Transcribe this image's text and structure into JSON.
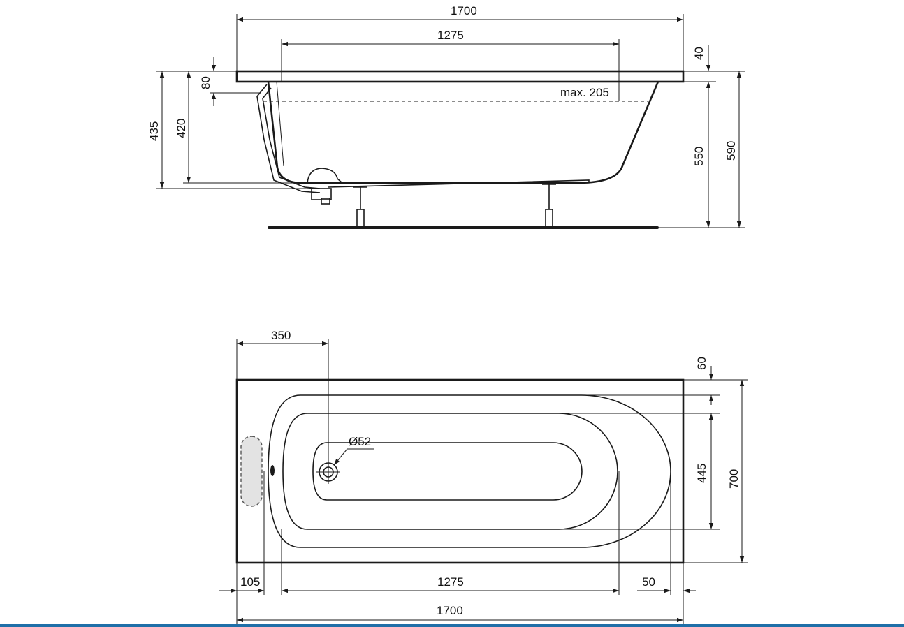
{
  "side_view": {
    "overall_length": "1700",
    "inner_length": "1275",
    "rim_thickness": "40",
    "overflow_height": "80",
    "total_height_left": "435",
    "drain_height": "420",
    "inner_depth": "550",
    "total_height_right": "590",
    "max_fill_label": "max. 205"
  },
  "top_view": {
    "drain_offset": "350",
    "rim_width": "60",
    "drain_diameter": "Ø52",
    "inner_width": "445",
    "overall_width": "700",
    "left_offset": "105",
    "inner_length": "1275",
    "right_offset": "50",
    "overall_length": "1700"
  },
  "colors": {
    "line": "#1a1a1a",
    "shade": "#e3e3e3",
    "accent_rule": "#1f6fa8"
  }
}
